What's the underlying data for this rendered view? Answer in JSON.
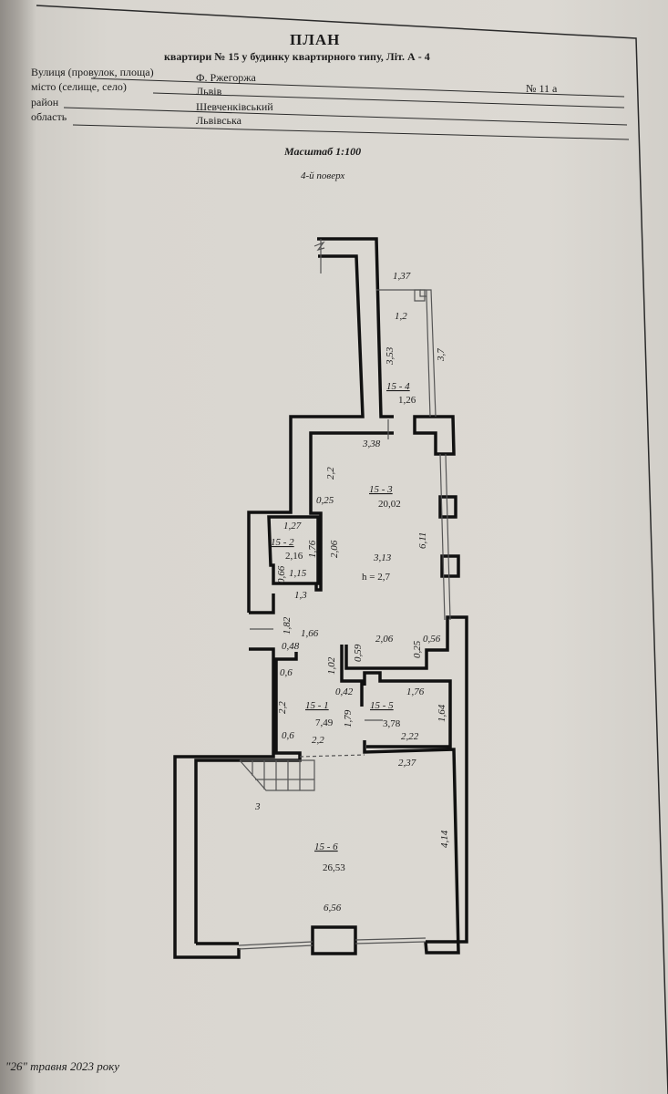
{
  "header": {
    "title": "ПЛАН",
    "subtitle": "квартири № 15 у будинку квартирного типу, Літ. А - 4",
    "street_label": "Вулиця (провулок, площа)",
    "street_value": "Ф. Ржегоржа",
    "house_number": "№ 11 а",
    "city_label": "місто (селище, село)",
    "city_value": "Львів",
    "district_label": "район",
    "district_value": "Шевченківський",
    "region_label": "область",
    "region_value": "Львівська",
    "scale": "Масштаб 1:100",
    "floor": "4-й поверх"
  },
  "plan": {
    "rooms": [
      {
        "id": "15 - 1",
        "area": "7,49"
      },
      {
        "id": "15 - 2",
        "area": "2,16"
      },
      {
        "id": "15 - 3",
        "area": "20,02"
      },
      {
        "id": "15 - 4",
        "area": "1,26"
      },
      {
        "id": "15 - 5",
        "area": "3,78"
      },
      {
        "id": "15 - 6",
        "area": "26,53"
      }
    ],
    "ceiling_height": "h = 2,7",
    "dimensions": [
      "1,37",
      "1,2",
      "3,53",
      "3,7",
      "3,38",
      "2,2",
      "0,25",
      "3,13",
      "6,11",
      "1,27",
      "1,76",
      "2,06",
      "0,66",
      "1,15",
      "1,3",
      "1,82",
      "1,66",
      "0,48",
      "0,6",
      "1,02",
      "0,59",
      "2,06",
      "0,25",
      "0,56",
      "0,42",
      "1,76",
      "2,2",
      "1,79",
      "1,64",
      "0,6",
      "2,2",
      "2,22",
      "2,37",
      "3",
      "4,14",
      "6,56"
    ]
  },
  "footer": {
    "date": "\"26\" травня  2023 року"
  }
}
